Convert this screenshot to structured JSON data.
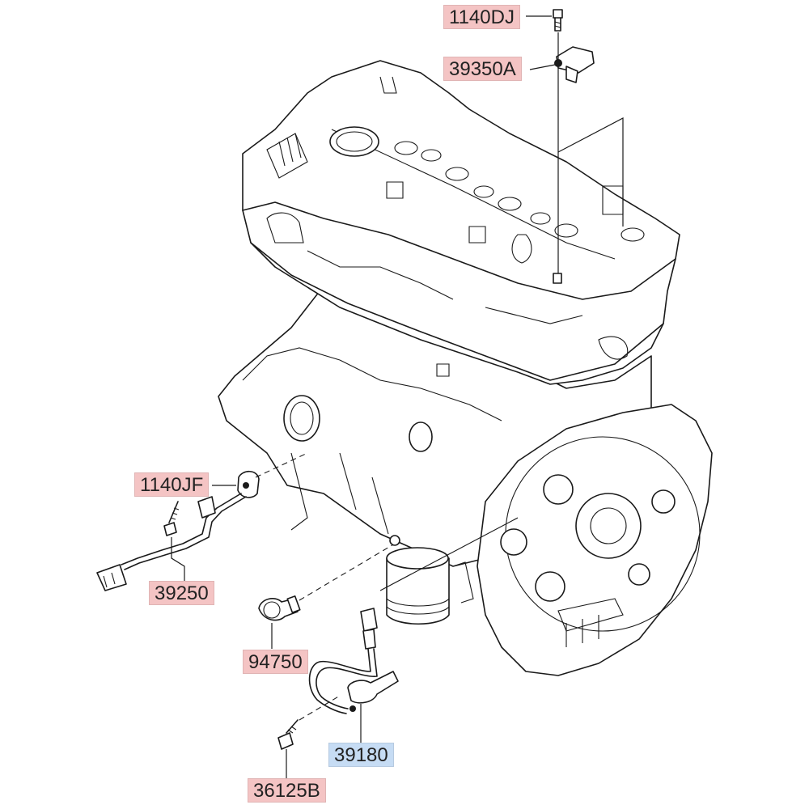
{
  "labels": {
    "bolt_top": "1140DJ",
    "cam_sensor": "39350A",
    "bolt_left": "1140JF",
    "knock_sensor": "39250",
    "oil_pressure_switch": "94750",
    "crank_sensor": "39180",
    "bolt_bottom": "36125B"
  },
  "colors": {
    "highlight_red": "#f4c4c4",
    "highlight_blue": "#c6dcf4",
    "line": "#1a1a1a"
  }
}
